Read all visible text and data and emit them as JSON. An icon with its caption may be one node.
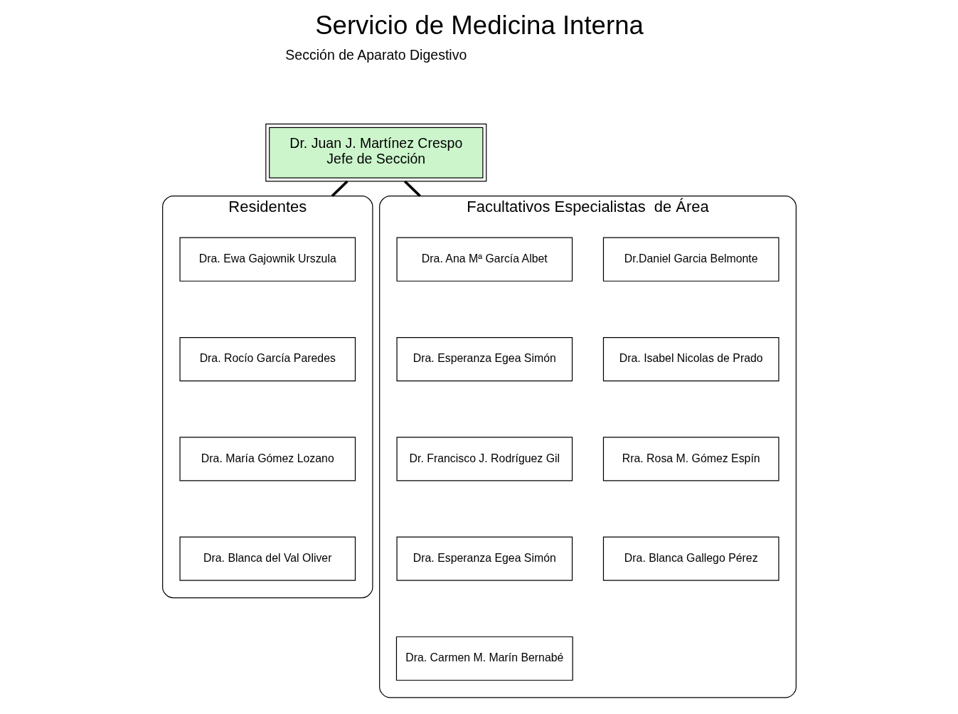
{
  "diagram": {
    "title": "Servicio de Medicina Interna",
    "nodes": [
      {
        "text": [
          "Dr. Juan J. Martínez Crespo",
          "Jefe de Sección"
        ]
      },
      {
        "text": [
          "Residentes"
        ]
      },
      {
        "text": [
          "Dra. Ewa Gajownik Urszula"
        ],
        "in": 1
      },
      {
        "text": [
          "Dra. Rocío García Paredes"
        ],
        "in": 1
      },
      {
        "text": [
          "Dra. María Gómez Lozano"
        ],
        "in": 1
      },
      {
        "text": [
          "Dra. Blanca del Val Oliver"
        ],
        "in": 1
      },
      {
        "text": [
          "Facultativos Especialistas  de Área"
        ]
      },
      {
        "text": [
          "Dra. Ana Mª García Albet"
        ],
        "in": 6
      },
      {
        "text": [
          "Dra. Esperanza Egea Simón"
        ],
        "in": 6
      },
      {
        "text": [
          "Dr. Francisco J. Rodríguez Gil"
        ],
        "in": 6
      },
      {
        "text": [
          "Dra. Esperanza Egea Simón"
        ],
        "in": 6
      },
      {
        "text": [
          "Dra. Carmen M. Marín Bernabé"
        ],
        "in": 6
      },
      {
        "text": [
          "Dr.Daniel Garcia Belmonte"
        ],
        "in": 6
      },
      {
        "text": [
          "Dra. Isabel Nicolas de Prado"
        ],
        "in": 6
      },
      {
        "text": [
          "Rra. Rosa M. Gómez Espín"
        ],
        "in": 6
      },
      {
        "text": [
          "Dra. Blanca Gallego Pérez"
        ],
        "in": 6
      }
    ],
    "edges": [
      {
        "from": 0,
        "to": 1,
        "arrow": "none"
      },
      {
        "from": 0,
        "to": 6,
        "arrow": "none"
      }
    ],
    "labels": [
      "Sección de Aparato Digestivo"
    ]
  }
}
